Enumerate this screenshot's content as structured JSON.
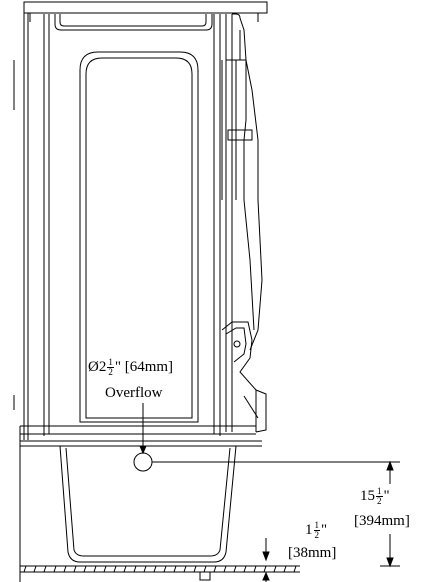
{
  "colors": {
    "line": "#000000",
    "background": "#ffffff"
  },
  "overflow": {
    "symbol": "Ø",
    "whole": "2",
    "frac_num": "1",
    "frac_den": "2",
    "inch": "\"",
    "metric": "[64mm]",
    "label": "Overflow"
  },
  "height_dim": {
    "whole": "15",
    "frac_num": "1",
    "frac_den": "2",
    "inch": "\"",
    "metric": "[394mm]"
  },
  "floor_dim": {
    "whole": "1",
    "frac_num": "1",
    "frac_den": "2",
    "inch": "\"",
    "metric": "[38mm]"
  }
}
